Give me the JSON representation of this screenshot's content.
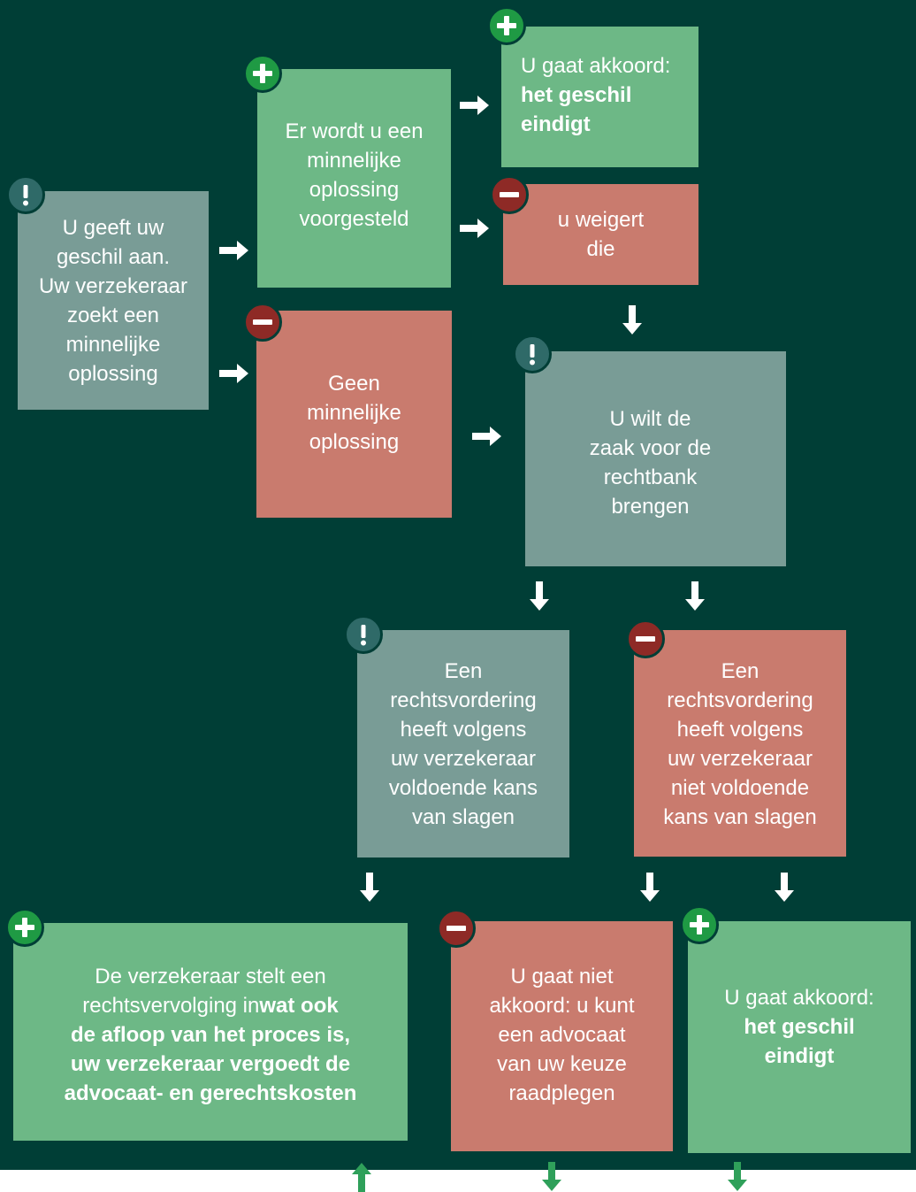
{
  "colors": {
    "background": "#003e36",
    "positive_box": "#6db886",
    "negative_box": "#c97b6e",
    "neutral_box": "#799c96",
    "plus_badge": "#1f9a44",
    "minus_badge": "#8e2a26",
    "info_badge": "#2f6a68",
    "arrow": "#ffffff",
    "exit_arrow": "#2fa05a"
  },
  "boxes": {
    "start": [
      "U geeft uw",
      "geschil aan.",
      "Uw verzekeraar",
      "zoekt een",
      "minnelijke",
      "oplossing"
    ],
    "proposed": [
      "Er wordt u een",
      "minnelijke",
      "oplossing",
      "voorgesteld"
    ],
    "agree_top": {
      "line1": "U gaat akkoord:",
      "bold1": "het geschil",
      "bold2": "eindigt"
    },
    "refuse": [
      "u weigert",
      "die"
    ],
    "no_solution": [
      "Geen",
      "minnelijke",
      "oplossing"
    ],
    "court": [
      "U wilt de",
      "zaak voor de",
      "rechtbank",
      "brengen"
    ],
    "sufficient": [
      "Een",
      "rechtsvordering",
      "heeft volgens",
      "uw verzekeraar",
      "voldoende kans",
      "van slagen"
    ],
    "insufficient": [
      "Een",
      "rechtsvordering",
      "heeft volgens",
      "uw verzekeraar",
      "niet voldoende",
      "kans van slagen"
    ],
    "insurer_pays": {
      "line1": "De verzekeraar stelt een",
      "line2_normal": "rechtsvervolging in",
      "line2_bold": "wat ook",
      "bold3": "de afloop van het proces is,",
      "bold4": "uw verzekeraar vergoedt de",
      "bold5": "advocaat- en gerechtskosten"
    },
    "disagree_lawyer": [
      "U gaat niet",
      "akkoord: u kunt",
      "een advocaat",
      "van uw keuze",
      "raadplegen"
    ],
    "agree_bottom": {
      "line1": "U gaat akkoord:",
      "bold1": "het geschil",
      "bold2": "eindigt"
    }
  },
  "badges": {
    "start": "exclamation-icon",
    "proposed": "plus-icon",
    "agree_top": "plus-icon",
    "refuse": "minus-icon",
    "no_solution": "minus-icon",
    "court": "exclamation-icon",
    "sufficient": "exclamation-icon",
    "insufficient": "minus-icon",
    "insurer_pays": "plus-icon",
    "disagree_lawyer": "minus-icon",
    "agree_bottom": "plus-icon"
  }
}
